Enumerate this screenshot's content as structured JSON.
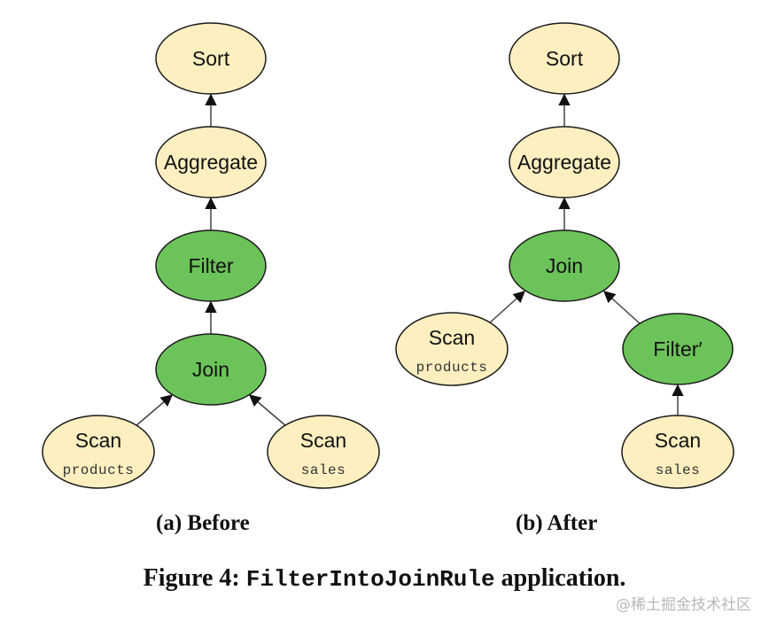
{
  "colors": {
    "operator_fill": "#fdefc0",
    "filter_join_fill": "#6cc35a",
    "stroke": "#1a1a1a",
    "edge": "#444444"
  },
  "panels": {
    "before": {
      "caption": "(a) Before",
      "nodes": {
        "sort": "Sort",
        "aggregate": "Aggregate",
        "filter": "Filter",
        "join": "Join",
        "scan_products": {
          "label": "Scan",
          "table": "products"
        },
        "scan_sales": {
          "label": "Scan",
          "table": "sales"
        }
      }
    },
    "after": {
      "caption": "(b) After",
      "nodes": {
        "sort": "Sort",
        "aggregate": "Aggregate",
        "join": "Join",
        "scan_products": {
          "label": "Scan",
          "table": "products"
        },
        "filter_prime": "Filter′",
        "scan_sales": {
          "label": "Scan",
          "table": "sales"
        }
      }
    }
  },
  "figure_caption": {
    "prefix": "Figure 4: ",
    "rule_name": "FilterIntoJoinRule",
    "suffix": " application."
  },
  "watermark": "@稀土掘金技术社区"
}
